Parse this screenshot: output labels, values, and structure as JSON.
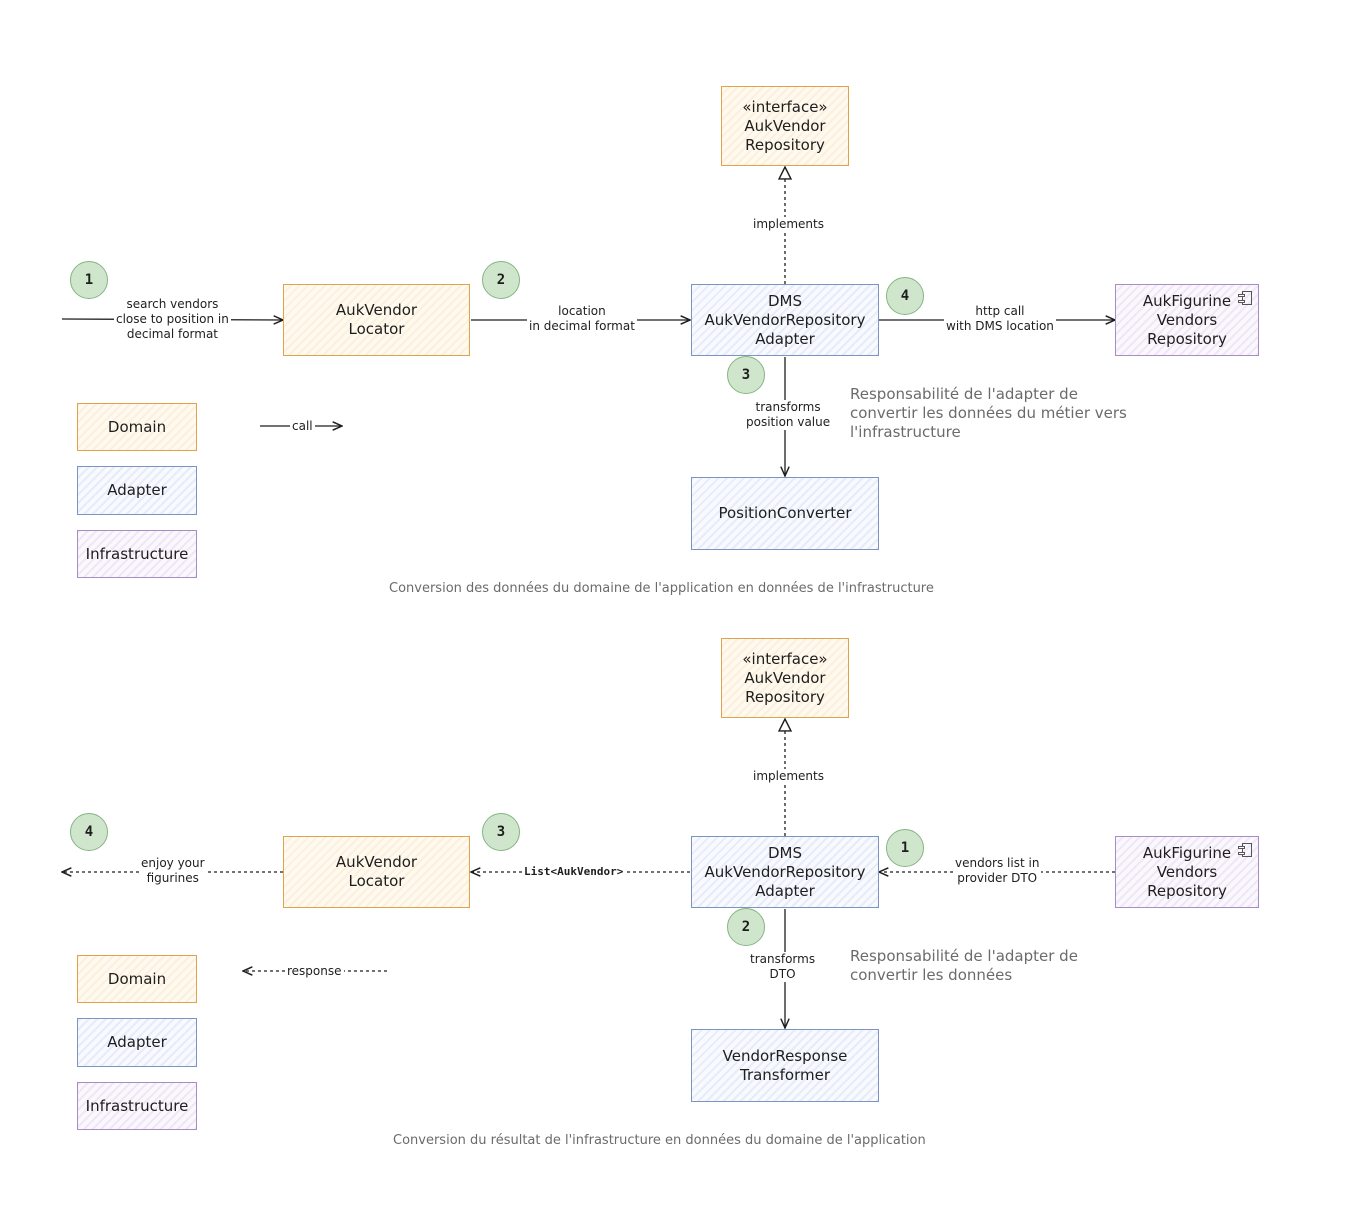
{
  "top": {
    "interface_box": "«interface»\nAukVendor\nRepository",
    "locator_box": "AukVendor\nLocator",
    "adapter_box": "DMS\nAukVendorRepository\nAdapter",
    "infra_box": "AukFigurine\nVendors\nRepository",
    "converter_box": "PositionConverter",
    "implements_label": "implements",
    "search_label": "search vendors\nclose to position in\ndecimal format",
    "location_label": "location\nin decimal format",
    "http_label": "http call\nwith DMS location",
    "transforms_label": "transforms\nposition value",
    "note": "Responsabilité de l'adapter de\nconvertir les données du métier vers\nl'infrastructure",
    "badges": [
      "1",
      "2",
      "3",
      "4"
    ],
    "legend": {
      "domain": "Domain",
      "adapter": "Adapter",
      "infrastructure": "Infrastructure",
      "edge": "call"
    },
    "caption": "Conversion des données du domaine de l'application en données de l'infrastructure"
  },
  "bottom": {
    "interface_box": "«interface»\nAukVendor\nRepository",
    "locator_box": "AukVendor\nLocator",
    "adapter_box": "DMS\nAukVendorRepository\nAdapter",
    "infra_box": "AukFigurine\nVendors\nRepository",
    "transformer_box": "VendorResponse\nTransformer",
    "implements_label": "implements",
    "enjoy_label": "enjoy your\nfigurines",
    "list_label": "List<AukVendor>",
    "vendors_label": "vendors list in\nprovider DTO",
    "transforms_label": "transforms\nDTO",
    "note": "Responsabilité de l'adapter de\nconvertir les données",
    "badges": [
      "1",
      "2",
      "3",
      "4"
    ],
    "legend": {
      "domain": "Domain",
      "adapter": "Adapter",
      "infrastructure": "Infrastructure",
      "edge": "response"
    },
    "caption": "Conversion du résultat de l'infrastructure en données du domaine de l'application"
  },
  "colors": {
    "domain": "#e0a24a",
    "adapter": "#7c93c4",
    "infrastructure": "#a98cc6",
    "badge": "#cfe6cc",
    "line": "#1e1e1e"
  },
  "icons": {
    "component": "component-icon"
  }
}
